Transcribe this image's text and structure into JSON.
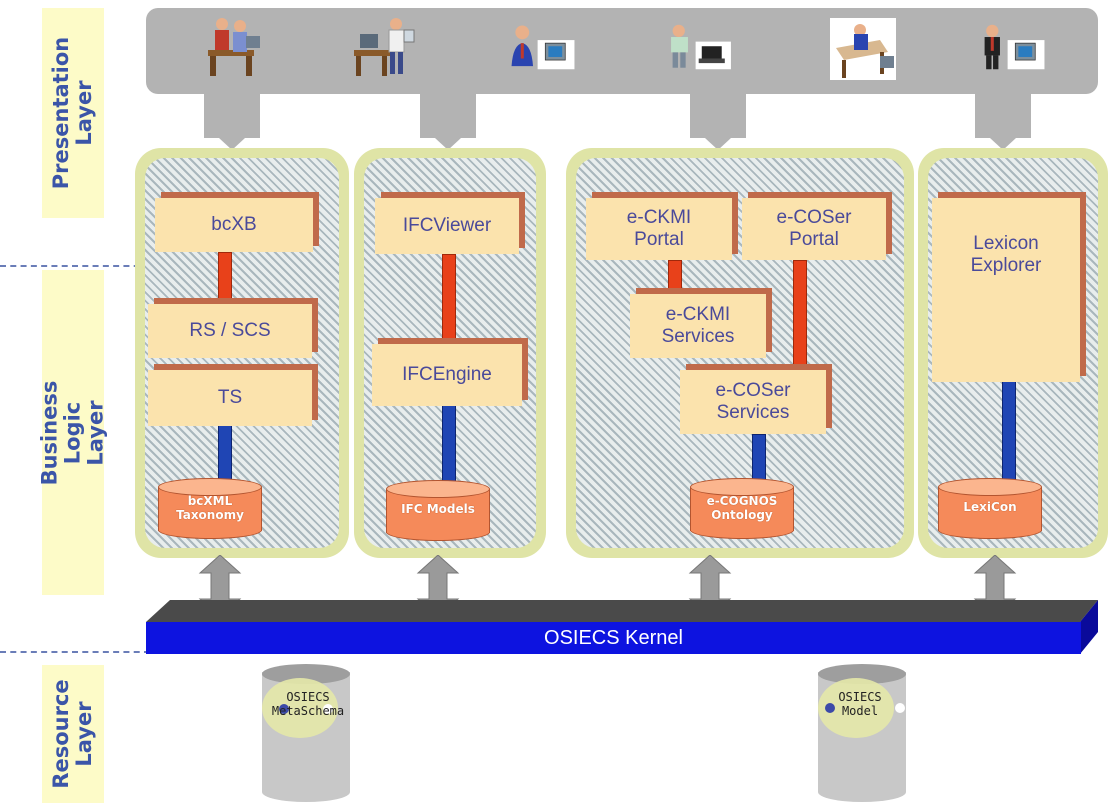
{
  "layers": {
    "presentation": "Presentation\nLayer",
    "business": "Business Logic\nLayer",
    "resource": "Resource\nLayer"
  },
  "users": [
    {
      "icon": "office-workers-icon"
    },
    {
      "icon": "worker-at-desk-icon"
    },
    {
      "icon": "person-with-computer-icon"
    },
    {
      "icon": "engineer-with-laptop-icon"
    },
    {
      "icon": "person-at-drawing-table-icon"
    },
    {
      "icon": "manager-with-computer-icon"
    }
  ],
  "panels": {
    "p1": {
      "top": "bcXB",
      "mid": "RS / SCS",
      "low": "TS",
      "db": "bcXML\nTaxonomy"
    },
    "p2": {
      "top": "IFCViewer",
      "mid": "IFCEngine",
      "db": "IFC Models"
    },
    "p3": {
      "portal1": "e-CKMI\nPortal",
      "portal2": "e-COSer\nPortal",
      "svc1": "e-CKMI\nServices",
      "svc2": "e-COSer\nServices",
      "db": "e-COGNOS\nOntology"
    },
    "p4": {
      "top": "Lexicon\nExplorer",
      "db": "LexiCon"
    }
  },
  "kernel": "OSIECS Kernel",
  "resources": {
    "r1": "OSIECS\nMetaSchema",
    "r2": "OSIECS\nModel"
  },
  "colors": {
    "panel_border": "#dfe4a6",
    "box": "#fbe3ad",
    "db": "#f58a5a",
    "kernel": "#0d13e0",
    "connector_red": "#e8411a",
    "connector_blue": "#1f45b4"
  }
}
